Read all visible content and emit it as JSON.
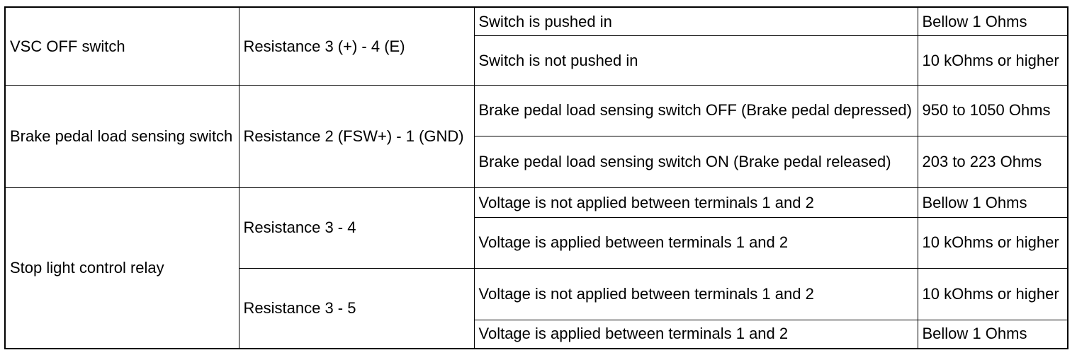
{
  "table": {
    "groups": [
      {
        "component": "VSC OFF switch",
        "checks": [
          {
            "measurement": "Resistance 3 (+) - 4 (E)",
            "conditions": [
              {
                "condition": "Switch is pushed in",
                "spec": "Bellow 1 Ohms"
              },
              {
                "condition": "Switch is not pushed in",
                "spec": "10 kOhms or higher"
              }
            ]
          }
        ]
      },
      {
        "component": "Brake pedal load sensing switch",
        "checks": [
          {
            "measurement": "Resistance 2 (FSW+) - 1 (GND)",
            "conditions": [
              {
                "condition": "Brake pedal load sensing switch OFF (Brake pedal depressed)",
                "spec": "950 to 1050 Ohms"
              },
              {
                "condition": "Brake pedal load sensing switch ON (Brake pedal released)",
                "spec": "203 to 223 Ohms"
              }
            ]
          }
        ]
      },
      {
        "component": "Stop light control relay",
        "checks": [
          {
            "measurement": "Resistance 3 - 4",
            "conditions": [
              {
                "condition": "Voltage is not applied between terminals 1 and 2",
                "spec": "Bellow 1 Ohms"
              },
              {
                "condition": "Voltage is applied between terminals 1 and 2",
                "spec": "10 kOhms or higher"
              }
            ]
          },
          {
            "measurement": "Resistance 3 - 5",
            "conditions": [
              {
                "condition": "Voltage is not applied between terminals 1 and 2",
                "spec": "10 kOhms or higher"
              },
              {
                "condition": "Voltage is applied between terminals 1 and 2",
                "spec": "Bellow 1 Ohms"
              }
            ]
          }
        ]
      }
    ]
  }
}
